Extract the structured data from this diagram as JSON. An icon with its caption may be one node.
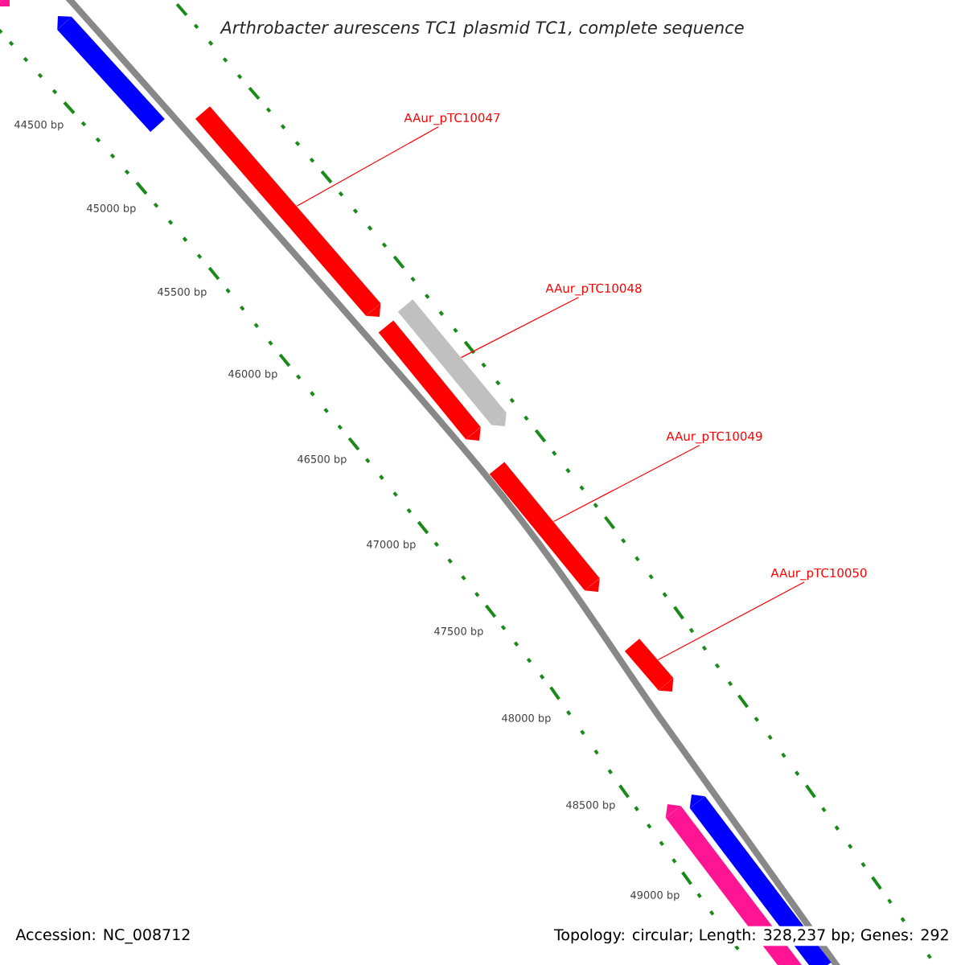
{
  "diagram": {
    "title": "Arthrobacter aurescens TC1 plasmid TC1, complete sequence",
    "nodes": [
      {
        "text": [
          "AAur_pTC10047"
        ]
      },
      {
        "text": [
          "AAur_pTC10048"
        ]
      },
      {
        "text": [
          "AAur_pTC10049"
        ]
      },
      {
        "text": [
          "AAur_pTC10050"
        ]
      },
      {
        "text": [],
        "shape": "bar"
      },
      {
        "text": [],
        "shape": "bar"
      },
      {
        "text": [],
        "shape": "bar"
      },
      {
        "text": [],
        "shape": "bar"
      },
      {
        "text": [],
        "shape": "bar"
      },
      {
        "text": [],
        "shape": "bar"
      },
      {
        "text": [],
        "shape": "bar"
      },
      {
        "text": [],
        "shape": "bar"
      },
      {
        "text": [],
        "shape": "bar"
      }
    ],
    "edges": [
      {
        "from": 0,
        "to": 6,
        "arrow": "none"
      },
      {
        "from": 1,
        "to": 8,
        "arrow": "none"
      },
      {
        "from": 2,
        "to": 9,
        "arrow": "none"
      },
      {
        "from": 3,
        "to": 10,
        "arrow": "none"
      }
    ],
    "labels": [
      "44500 bp",
      "45000 bp",
      "45500 bp",
      "46000 bp",
      "46500 bp",
      "47000 bp",
      "47500 bp",
      "48000 bp",
      "48500 bp",
      "49000 bp",
      "Accession: NC_008712",
      "Topology: circular; Length: 328,237 bp; Genes: 292"
    ]
  }
}
